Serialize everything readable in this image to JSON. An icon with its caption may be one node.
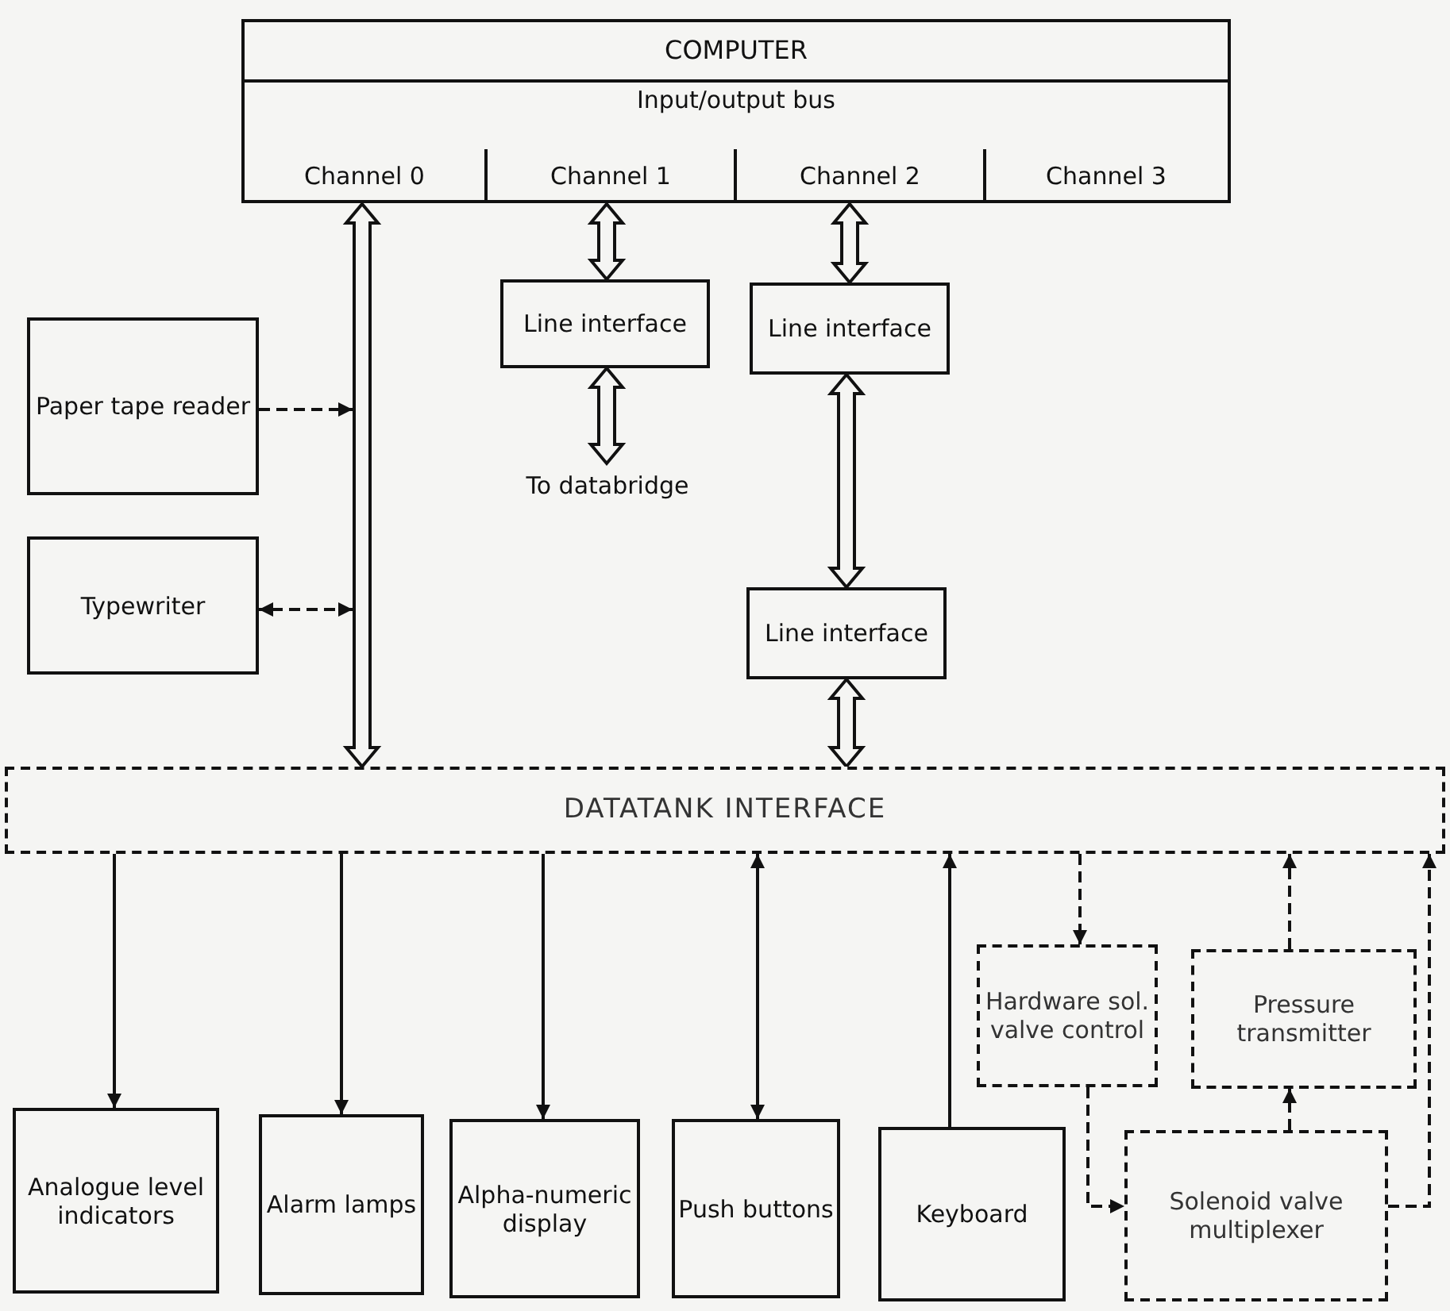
{
  "diagram": {
    "nodes": [
      {
        "text": [
          "COMPUTER",
          "Input/output bus"
        ]
      },
      {
        "text": [
          "Channel 0"
        ],
        "in": 0
      },
      {
        "text": [
          "Channel 1"
        ],
        "in": 0
      },
      {
        "text": [
          "Channel 2"
        ],
        "in": 0
      },
      {
        "text": [
          "Channel 3"
        ],
        "in": 0
      },
      {
        "text": [
          "Paper tape reader"
        ]
      },
      {
        "text": [
          "Typewriter"
        ]
      },
      {
        "text": [
          "Line interface"
        ]
      },
      {
        "text": [
          "To databridge"
        ]
      },
      {
        "text": [
          "Line interface"
        ]
      },
      {
        "text": [
          "Line interface"
        ]
      },
      {
        "text": [
          "DATATANK INTERFACE"
        ]
      },
      {
        "text": [
          "Analogue level indicators"
        ]
      },
      {
        "text": [
          "Alarm lamps"
        ]
      },
      {
        "text": [
          "Alpha-numeric display"
        ]
      },
      {
        "text": [
          "Push buttons"
        ]
      },
      {
        "text": [
          "Keyboard"
        ]
      },
      {
        "text": [
          "Hardware sol. valve control"
        ]
      },
      {
        "text": [
          "Pressure transmitter"
        ]
      },
      {
        "text": [
          "Solenoid valve multiplexer"
        ]
      }
    ],
    "edges": [
      {
        "from": 1,
        "to": 11,
        "arrow": "both",
        "style": "thick"
      },
      {
        "from": 5,
        "to": null,
        "arrow": "to",
        "style": "dashed"
      },
      {
        "from": null,
        "to": 6,
        "arrow": "both",
        "style": "dashed"
      },
      {
        "from": 2,
        "to": 7,
        "arrow": "both",
        "style": "thick"
      },
      {
        "from": 7,
        "to": 8,
        "arrow": "both",
        "style": "thick"
      },
      {
        "from": 3,
        "to": 9,
        "arrow": "both",
        "style": "thick"
      },
      {
        "from": 9,
        "to": 10,
        "arrow": "both",
        "style": "thick"
      },
      {
        "from": 10,
        "to": 11,
        "arrow": "both",
        "style": "thick"
      },
      {
        "from": 11,
        "to": 12,
        "arrow": "to"
      },
      {
        "from": 11,
        "to": 13,
        "arrow": "to"
      },
      {
        "from": 11,
        "to": 14,
        "arrow": "to"
      },
      {
        "from": 15,
        "to": 11,
        "arrow": "both"
      },
      {
        "from": 16,
        "to": 11,
        "arrow": "to"
      },
      {
        "from": 11,
        "to": 17,
        "arrow": "to",
        "style": "dashed"
      },
      {
        "from": 17,
        "to": 19,
        "arrow": "to",
        "style": "dashed"
      },
      {
        "from": 19,
        "to": 18,
        "arrow": "to",
        "style": "dashed"
      },
      {
        "from": 18,
        "to": 11,
        "arrow": "to",
        "style": "dashed"
      },
      {
        "from": 19,
        "to": 11,
        "arrow": "to",
        "style": "dashed"
      }
    ]
  }
}
